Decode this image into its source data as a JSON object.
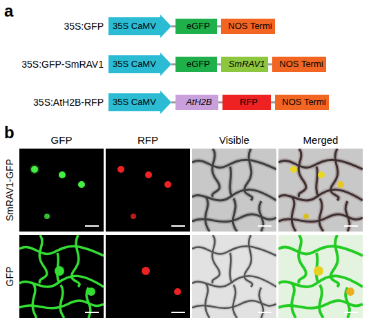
{
  "diagram": {
    "nodes": [
      {
        "text": [
          "35S CaMV"
        ]
      },
      {
        "text": [
          "eGFP"
        ]
      },
      {
        "text": [
          "NOS Termi"
        ]
      },
      {
        "text": [
          "35S CaMV"
        ]
      },
      {
        "text": [
          "eGFP"
        ]
      },
      {
        "text": [
          "SmRAV1"
        ]
      },
      {
        "text": [
          "NOS Termi"
        ]
      },
      {
        "text": [
          "35S CaMV"
        ]
      },
      {
        "text": [
          "AtH2B"
        ]
      },
      {
        "text": [
          "RFP"
        ]
      },
      {
        "text": [
          "NOS Termi"
        ]
      }
    ],
    "edges": [
      {
        "from": 0,
        "to": 1,
        "arrow": "none"
      },
      {
        "from": 1,
        "to": 2,
        "arrow": "none"
      },
      {
        "from": 3,
        "to": 4,
        "arrow": "none"
      },
      {
        "from": 4,
        "to": 5,
        "arrow": "none"
      },
      {
        "from": 5,
        "to": 6,
        "arrow": "none"
      },
      {
        "from": 7,
        "to": 8,
        "arrow": "none"
      },
      {
        "from": 8,
        "to": 9,
        "arrow": "none"
      },
      {
        "from": 9,
        "to": 10,
        "arrow": "none"
      }
    ],
    "labels": [
      "a",
      "b",
      "35S:GFP",
      "35S:GFP-SmRAV1",
      "35S:AtH2B-RFP",
      "GFP",
      "RFP",
      "Visible",
      "Merged",
      "SmRAV1-GFP",
      "GFP"
    ]
  }
}
